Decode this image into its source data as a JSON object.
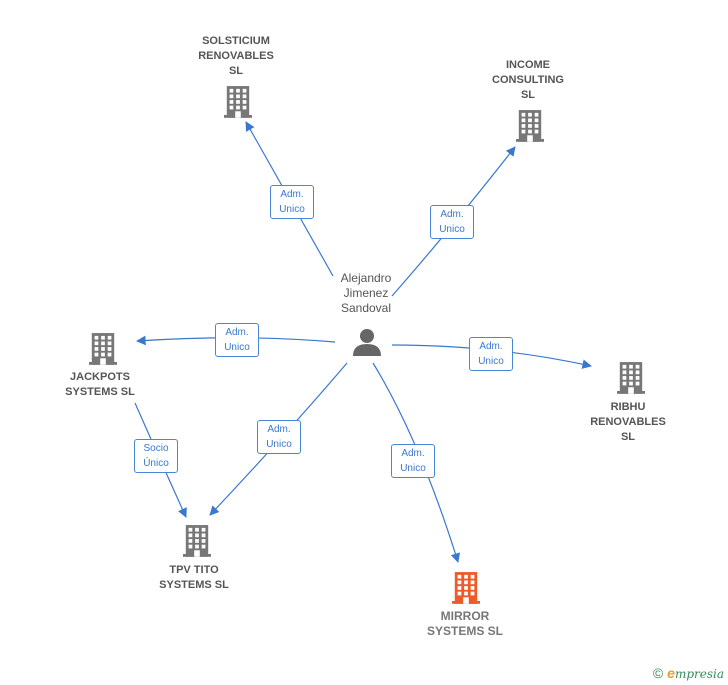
{
  "center": {
    "name": "Alejandro\nJimenez\nSandoval",
    "icon": "person-icon",
    "color": "#666666"
  },
  "companies": [
    {
      "id": "solsticium",
      "name": "SOLSTICIUM\nRENOVABLES\nSL",
      "icon": "building-icon",
      "color": "#777777"
    },
    {
      "id": "income",
      "name": "INCOME\nCONSULTING\nSL",
      "icon": "building-icon",
      "color": "#777777"
    },
    {
      "id": "jackpots",
      "name": "JACKPOTS\nSYSTEMS  SL",
      "icon": "building-icon",
      "color": "#777777"
    },
    {
      "id": "ribhu",
      "name": "RIBHU\nRENOVABLES\nSL",
      "icon": "building-icon",
      "color": "#777777"
    },
    {
      "id": "tpv",
      "name": "TPV TITO\nSYSTEMS  SL",
      "icon": "building-icon",
      "color": "#777777"
    },
    {
      "id": "mirror",
      "name": "MIRROR\nSYSTEMS  SL",
      "icon": "building-icon",
      "color": "#f05a28"
    }
  ],
  "edges": [
    {
      "id": "to-solsticium",
      "label": "Adm.\nUnico"
    },
    {
      "id": "to-income",
      "label": "Adm.\nUnico"
    },
    {
      "id": "to-jackpots",
      "label": "Adm.\nUnico"
    },
    {
      "id": "to-ribhu",
      "label": "Adm.\nUnico"
    },
    {
      "id": "to-tpv",
      "label": "Adm.\nUnico"
    },
    {
      "id": "to-mirror",
      "label": "Adm.\nUnico"
    },
    {
      "id": "jackpots-to-tpv",
      "label": "Socio\nÚnico"
    }
  ],
  "edge_color": "#3a78d0",
  "footer": {
    "copyright": "©",
    "brand_first": "e",
    "brand_rest": "mpresia"
  }
}
